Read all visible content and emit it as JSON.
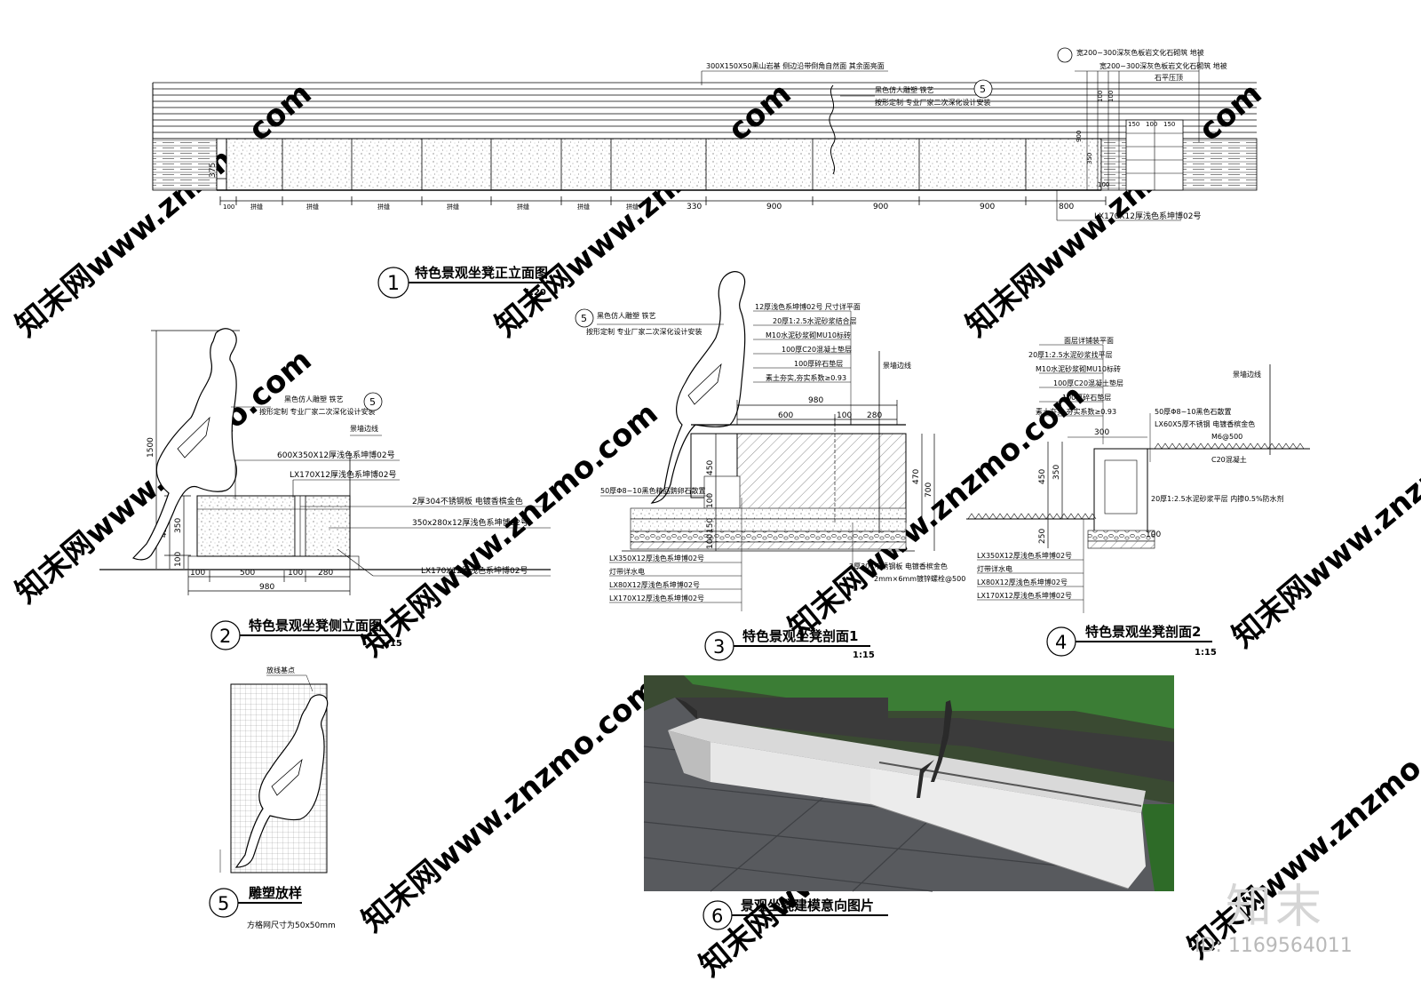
{
  "drawings": {
    "d1": {
      "number": "1",
      "title": "特色景观坐凳正立面图",
      "scale": "1:20"
    },
    "d2": {
      "number": "2",
      "title": "特色景观坐凳侧立面图",
      "scale": "1:15"
    },
    "d3": {
      "number": "3",
      "title": "特色景观坐凳剖面1",
      "scale": "1:15"
    },
    "d4": {
      "number": "4",
      "title": "特色景观坐凳剖面2",
      "scale": "1:15"
    },
    "d5": {
      "number": "5",
      "title": "雕塑放样",
      "note": "方格网尺寸为50x50mm",
      "top_note": "放线基点"
    },
    "d6": {
      "number": "6",
      "title": "景观坐凳建模意向图片"
    }
  },
  "elevation_notes": {
    "top_beam": "300X150X50黑山岩基 侧边沿带倒角自然面 其余面亮面",
    "sculpture_a": "黑色仿人雕塑 铁艺",
    "sculpture_b": "按形定制 专业厂家二次深化设计安装",
    "right_a": "宽200~300深灰色板岩文化石砌筑 地被",
    "right_b": "宽200~300深灰色板岩文化石砌筑 地被",
    "right_c": "石平压顶",
    "stone_label": "LX170X12厚浅色系坤博02号",
    "dims": [
      "100",
      "拼缝",
      "拼缝",
      "拼缝",
      "拼缝",
      "拼缝",
      "拼缝",
      "拼缝",
      "330",
      "900",
      "900",
      "900",
      "800"
    ]
  },
  "side_elevation": {
    "h_total": "1500",
    "h_seat": "450",
    "h_350": "350",
    "h_100": "100",
    "n1": "黑色仿人雕塑 铁艺",
    "n2": "按形定制 专业厂家二次深化设计安装",
    "n3": "景墙边线",
    "n4": "600X350X12厚浅色系坤博02号",
    "n5": "LX170X12厚浅色系坤博02号",
    "n6": "2厚304不锈钢板 电镀香槟金色",
    "n7": "350x280x12厚浅色系坤博02号",
    "n8": "LX170X12厚浅色系坤博02号",
    "w1": "100",
    "w2": "500",
    "w3": "100",
    "w4": "280",
    "w_total": "980"
  },
  "section1": {
    "layers": [
      "12厚浅色系坤博02号 尺寸详平面",
      "20厚1:2.5水泥砂浆结合层",
      "M10水泥砂浆砌MU10标砖",
      "100厚C20混凝土垫层",
      "100厚碎石垫层",
      "素土夯实,夯实系数≥0.93"
    ],
    "wall_line": "景墙边线",
    "w_total": "980",
    "w1": "600",
    "w2": "100",
    "w3": "280",
    "h1": "450",
    "h2": "470",
    "h3": "700",
    "h4": "100",
    "h5": "150",
    "h6": "100",
    "left_note": "50厚Φ8~10黑色精品鹅卵石散置",
    "bottom_labels": [
      "LX350X12厚浅色系坤博02号",
      "灯带详水电",
      "LX80X12厚浅色系坤博02号",
      "LX170X12厚浅色系坤博02号"
    ],
    "right_labels": [
      "2厚304不锈钢板 电镀香槟金色",
      "2mm×6mm镀锌螺栓@500"
    ],
    "sculpture_a": "黑色仿人雕塑 铁艺",
    "sculpture_b": "按形定制 专业厂家二次深化设计安装"
  },
  "section2": {
    "layers": [
      "面层详铺装平面",
      "20厚1:2.5水泥砂浆找平层",
      "M10水泥砂浆砌MU10标砖",
      "100厚C20混凝土垫层",
      "100厚碎石垫层",
      "素土夯实,夯实系数≥0.93"
    ],
    "wall_line": "景墙边线",
    "top_notes": [
      "50厚Φ8~10黑色石散置",
      "LX60X5厚不锈钢 电镀香槟金色",
      "M6@500",
      "C20混凝土"
    ],
    "mid_note": "20厚1:2.5水泥砂浆平层 内掺0.5%防水剂",
    "w": "300",
    "h1": "450",
    "h2": "350",
    "h3": "250",
    "h4": "100",
    "bottom_labels": [
      "LX350X12厚浅色系坤博02号",
      "灯带详水电",
      "LX80X12厚浅色系坤博02号",
      "LX170X12厚浅色系坤博02号"
    ]
  },
  "footer": {
    "brand": "知末",
    "id": "ID: 1169564011",
    "watermark": "知末网www.znzmo.com"
  }
}
